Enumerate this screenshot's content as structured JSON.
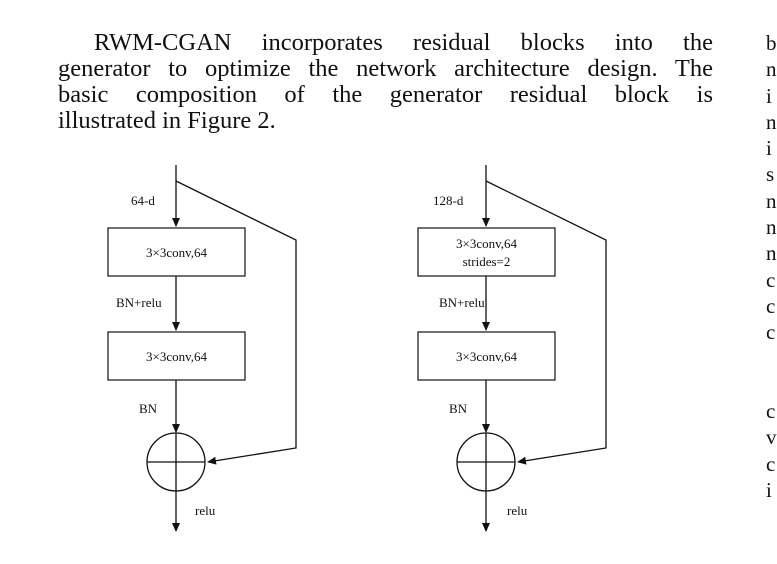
{
  "paragraph": {
    "lines": [
      "RWM-CGAN incorporates residual blocks into the",
      "generator to optimize the network architecture design. The",
      "basic composition of the generator residual block is",
      "illustrated in Figure 2."
    ]
  },
  "right_column": {
    "fragments": [
      "b",
      "n",
      "i",
      "n",
      "i",
      "s",
      "n",
      "n",
      "n",
      "c",
      "c",
      "c",
      "",
      "",
      "c",
      "v",
      "c",
      "i"
    ]
  },
  "figure": {
    "left_block": {
      "input_label": "64-d",
      "conv1_label": "3×3conv,64",
      "mid_label": "BN+relu",
      "conv2_label": "3×3conv,64",
      "bn_label": "BN",
      "out_label": "relu"
    },
    "right_block": {
      "input_label": "128-d",
      "conv1_label_line1": "3×3conv,64",
      "conv1_label_line2": "strides=2",
      "mid_label": "BN+relu",
      "conv2_label": "3×3conv,64",
      "bn_label": "BN",
      "out_label": "relu"
    }
  }
}
